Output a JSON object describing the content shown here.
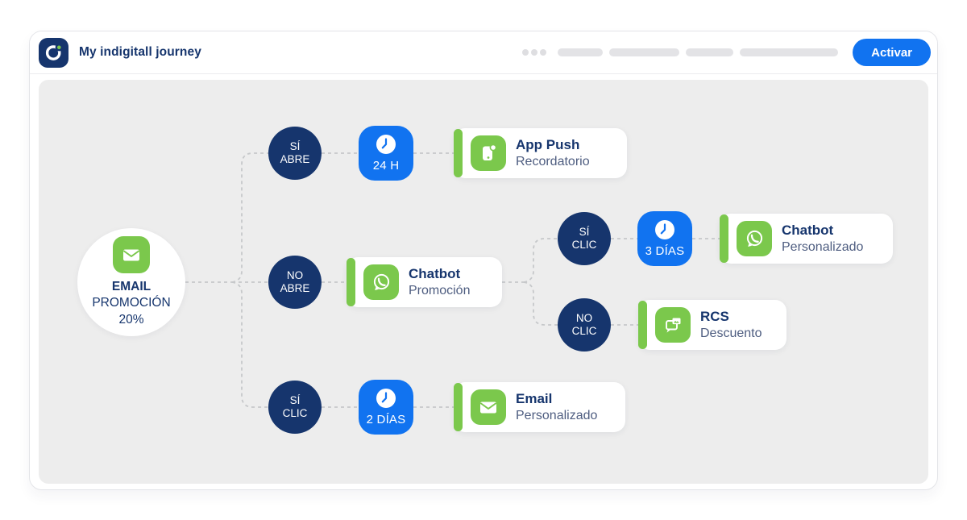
{
  "header": {
    "title": "My indigitall journey",
    "activate_label": "Activar",
    "progress_dots": 3,
    "progress_bars": 4
  },
  "flow": {
    "start": {
      "title": "EMAIL",
      "subtitle": "PROMOCIÓN",
      "value": "20%",
      "icon": "email-icon"
    },
    "conditions": [
      {
        "id": "si-abre",
        "line1": "SÍ",
        "line2": "ABRE"
      },
      {
        "id": "no-abre",
        "line1": "NO",
        "line2": "ABRE"
      },
      {
        "id": "si-clic-bottom",
        "line1": "SÍ",
        "line2": "CLIC"
      },
      {
        "id": "si-clic-right",
        "line1": "SÍ",
        "line2": "CLIC"
      },
      {
        "id": "no-clic",
        "line1": "NO",
        "line2": "CLIC"
      }
    ],
    "delays": [
      {
        "id": "delay-24h",
        "label": "24 H",
        "icon": "clock-icon"
      },
      {
        "id": "delay-3-dias",
        "label": "3 DÍAS",
        "icon": "clock-icon"
      },
      {
        "id": "delay-2-dias",
        "label": "2 DÍAS",
        "icon": "clock-icon"
      }
    ],
    "actions": [
      {
        "id": "app-push-recordatorio",
        "title": "App Push",
        "subtitle": "Recordatorio",
        "icon": "app-push-icon"
      },
      {
        "id": "chatbot-promocion",
        "title": "Chatbot",
        "subtitle": "Promoción",
        "icon": "whatsapp-icon"
      },
      {
        "id": "chatbot-personalizado",
        "title": "Chatbot",
        "subtitle": "Personalizado",
        "icon": "whatsapp-icon"
      },
      {
        "id": "rcs-descuento",
        "title": "RCS",
        "subtitle": "Descuento",
        "icon": "rcs-chat-icon"
      },
      {
        "id": "email-personalizado",
        "title": "Email",
        "subtitle": "Personalizado",
        "icon": "email-icon"
      }
    ]
  },
  "colors": {
    "navy": "#16356d",
    "blue": "#1173f0",
    "green": "#7bc84c",
    "canvas_bg": "#ededed",
    "connector": "#c6c8ca",
    "card_subtitle": "#4e5d80"
  }
}
